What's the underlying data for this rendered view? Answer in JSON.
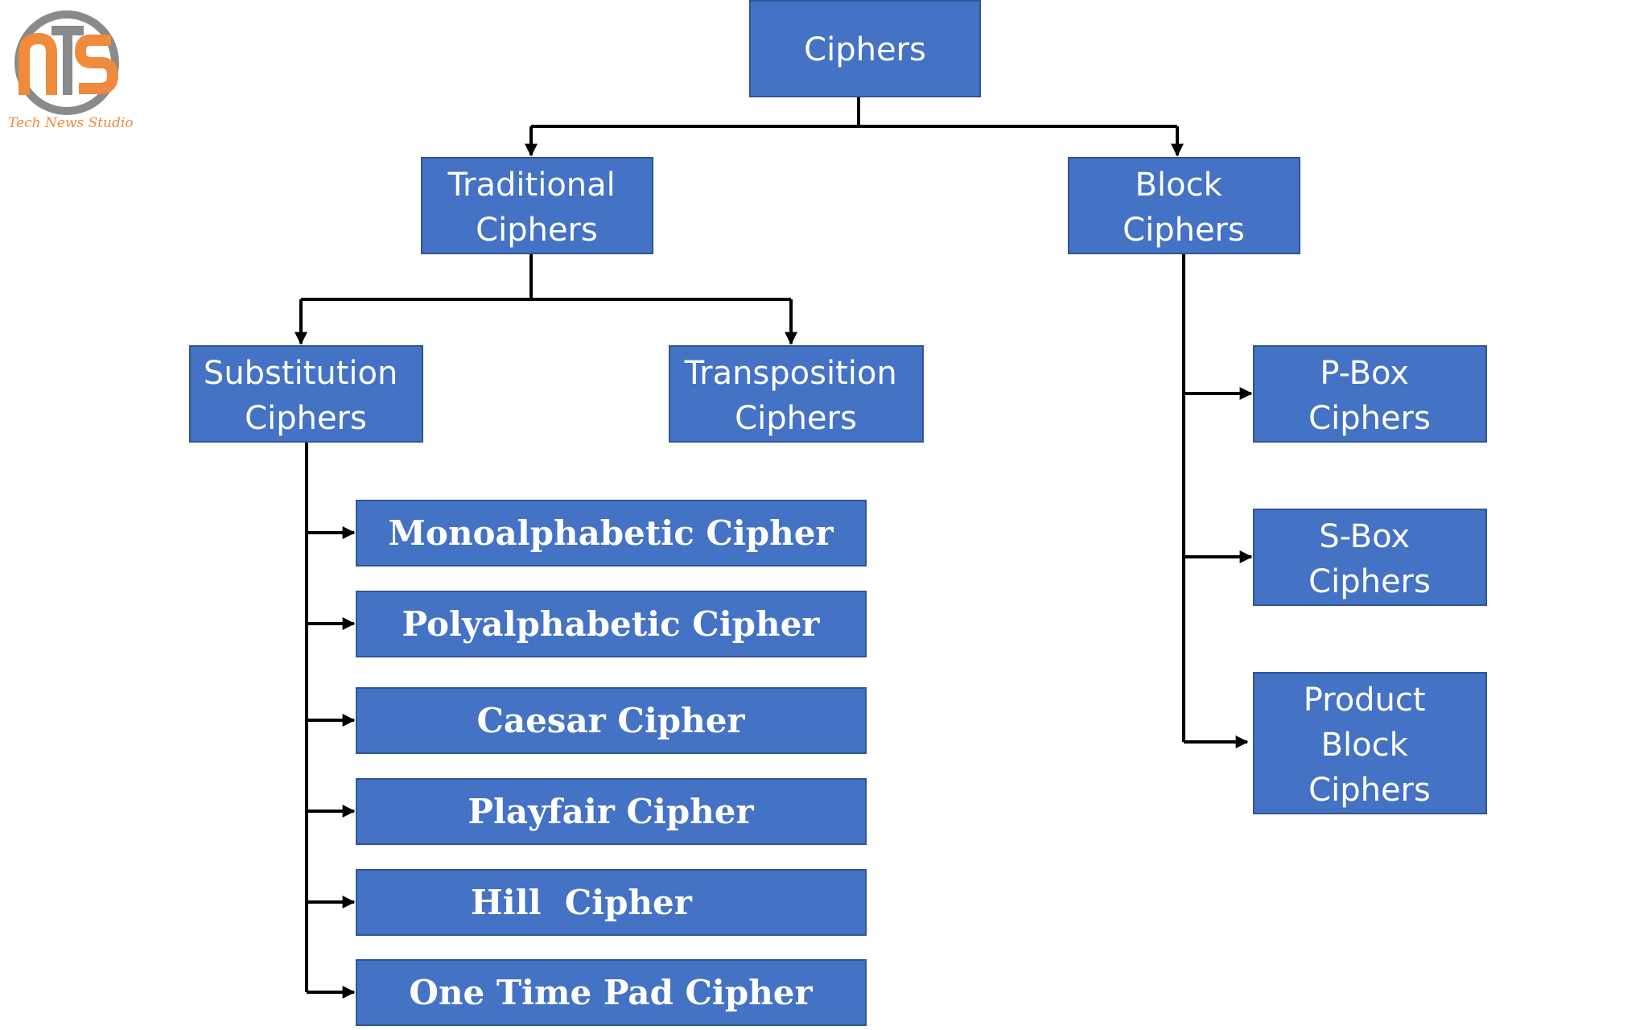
{
  "colors": {
    "node_fill": "#4472c4",
    "node_border": "#2f5597",
    "connector": "#000000",
    "logo_orange": "#f08a3c",
    "logo_gray": "#8a8a8a"
  },
  "logo": {
    "icon": "tns-logo",
    "letters": "TNS",
    "tagline": "Tech News Studio"
  },
  "nodes": {
    "ciphers": [
      "Ciphers"
    ],
    "traditional": [
      "Traditional",
      "Ciphers"
    ],
    "block": [
      "Block",
      "Ciphers"
    ],
    "substitution": [
      "Substitution",
      "Ciphers"
    ],
    "transposition": [
      "Transposition",
      "Ciphers"
    ],
    "pbox": [
      "P-Box",
      "Ciphers"
    ],
    "sbox": [
      "S-Box",
      "Ciphers"
    ],
    "product": [
      "Product",
      "Block",
      "Ciphers"
    ],
    "mono": [
      "Monoalphabetic Cipher"
    ],
    "poly": [
      "Polyalphabetic Cipher"
    ],
    "caesar": [
      "Caesar Cipher"
    ],
    "playfair": [
      "Playfair Cipher"
    ],
    "hill": [
      "Hill  Cipher"
    ],
    "otp": [
      "One Time Pad Cipher"
    ]
  }
}
